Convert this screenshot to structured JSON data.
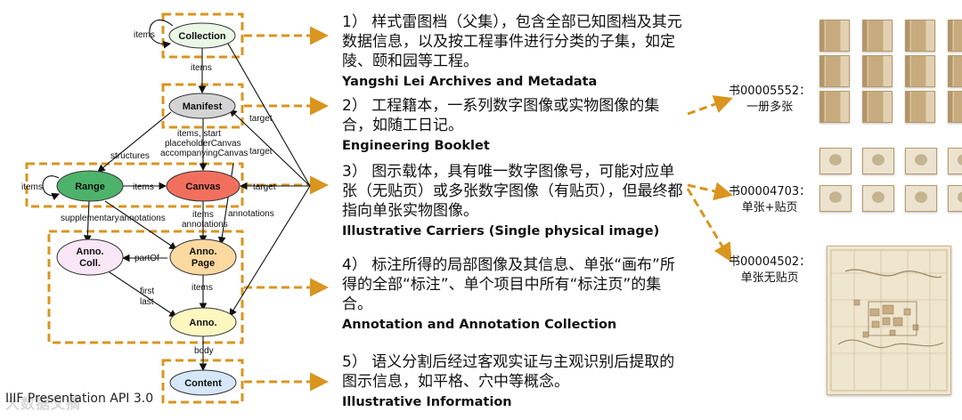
{
  "diagram": {
    "nodes": {
      "collection": "Collection",
      "manifest": "Manifest",
      "range": "Range",
      "canvas": "Canvas",
      "anno_coll_1": "Anno.",
      "anno_coll_2": "Coll.",
      "anno_page_1": "Anno.",
      "anno_page_2": "Page",
      "anno": "Anno.",
      "content": "Content"
    },
    "edge_labels": {
      "items_collection_loop": "items",
      "items_collection_manifest": "items",
      "items_start": "items, start",
      "placeholder_canvas": "placeholderCanvas",
      "accompanying_canvas": "accompanyingCanvas",
      "structures": "structures",
      "items_range_loop": "items",
      "items_range_canvas": "items",
      "target_1": "target",
      "target_2": "target",
      "target_3": "target",
      "supplementary": "supplementary",
      "annotations_1": "annotations",
      "items_canvas": "items",
      "annotations_2": "annotations",
      "annotations_3": "annotations",
      "part_of": "partOf",
      "first": "first",
      "last": "last",
      "items_page": "items",
      "body": "body"
    },
    "footer": "IIIF Presentation API 3.0"
  },
  "descriptions": [
    {
      "zh": "1）  样式雷图档（父集），包含全部已知图档及其元数据信息，以及按工程事件进行分类的子集，如定陵、颐和园等工程。",
      "en": "Yangshi Lei Archives and Metadata"
    },
    {
      "zh": "2）  工程籍本，一系列数字图像或实物图像的集合，如随工日记。",
      "en": "Engineering Booklet"
    },
    {
      "zh": "3）  图示载体，具有唯一数字图像号，可能对应单张（无贴页）或多张数字图像（有贴页），但最终都指向单张实物图像。",
      "en": "Illustrative Carriers (Single physical image)"
    },
    {
      "zh": "4）  标注所得的局部图像及其信息、单张“画布”所得的全部“标注”、单个项目中所有“标注页”的集合。",
      "en": "Annotation and Annotation Collection"
    },
    {
      "zh": "5）  语义分割后经过客观实证与主观识别后提取的图示信息，如平格、穴中等概念。",
      "en": "Illustrative Information"
    }
  ],
  "examples": [
    {
      "id": "书00005552：",
      "note": "一册多张"
    },
    {
      "id": "书00004703：",
      "note": "单张+贴页"
    },
    {
      "id": "书00004502：",
      "note": "单张无贴页"
    }
  ],
  "colors": {
    "accent_orange": "#d9951f",
    "collection_fill": "#eaf7e6",
    "manifest_fill": "#d4d4d4",
    "range_fill": "#4db36a",
    "canvas_fill": "#f26f5e",
    "anno_coll_fill": "#f9e6f6",
    "anno_page_fill": "#fbd9a0",
    "anno_fill": "#fbf7bf",
    "content_fill": "#d5e7f8"
  },
  "watermark": "大数据文摘"
}
